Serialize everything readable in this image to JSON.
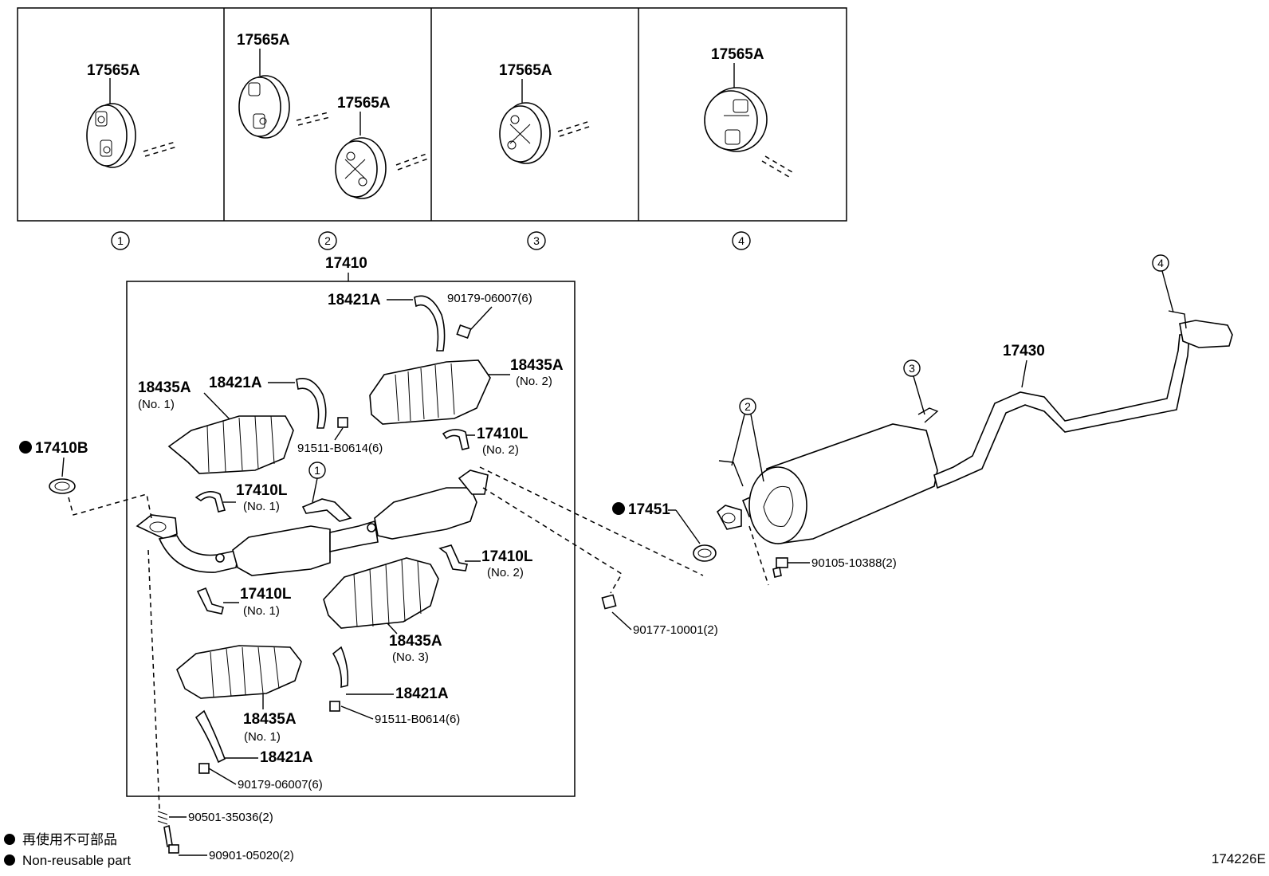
{
  "hangers": {
    "panel_1": {
      "labels": [
        "17565A"
      ],
      "callout": "1"
    },
    "panel_2": {
      "labels": [
        "17565A",
        "17565A"
      ],
      "callout": "2"
    },
    "panel_3": {
      "labels": [
        "17565A"
      ],
      "callout": "3"
    },
    "panel_4": {
      "labels": [
        "17565A"
      ],
      "callout": "4"
    }
  },
  "assembly": {
    "box_label": "17410",
    "part_18421A_top": "18421A",
    "part_90179_top": "90179-06007(6)",
    "part_18435A_no2": "18435A",
    "part_18435A_no2_sub": "(No. 2)",
    "part_18435A_no1": "18435A",
    "part_18435A_no1_sub": "(No. 1)",
    "part_18421A_left": "18421A",
    "part_91511_top": "91511-B0614(6)",
    "part_17410L_no2_top": "17410L",
    "part_17410L_no2_top_sub": "(No. 2)",
    "part_17410L_no1_top": "17410L",
    "part_17410L_no1_top_sub": "(No. 1)",
    "callout_1": "1",
    "part_17410L_no2_mid": "17410L",
    "part_17410L_no2_mid_sub": "(No. 2)",
    "part_17410L_no1_mid": "17410L",
    "part_17410L_no1_mid_sub": "(No. 1)",
    "part_18435A_no3": "18435A",
    "part_18435A_no3_sub": "(No. 3)",
    "part_18421A_mid": "18421A",
    "part_91511_bottom": "91511-B0614(6)",
    "part_18435A_no1_bottom": "18435A",
    "part_18435A_no1_bottom_sub": "(No. 1)",
    "part_18421A_bottom": "18421A",
    "part_90179_bottom": "90179-06007(6)"
  },
  "external": {
    "part_17410B": "17410B",
    "part_90501": "90501-35036(2)",
    "part_90901": "90901-05020(2)",
    "part_17451": "17451",
    "part_90177": "90177-10001(2)",
    "part_90105": "90105-10388(2)",
    "part_17430": "17430",
    "callout_2": "2",
    "callout_3": "3",
    "callout_4": "4"
  },
  "legend": {
    "japanese": "再使用不可部品",
    "english": "Non-reusable part"
  },
  "diagram_id": "174226E"
}
